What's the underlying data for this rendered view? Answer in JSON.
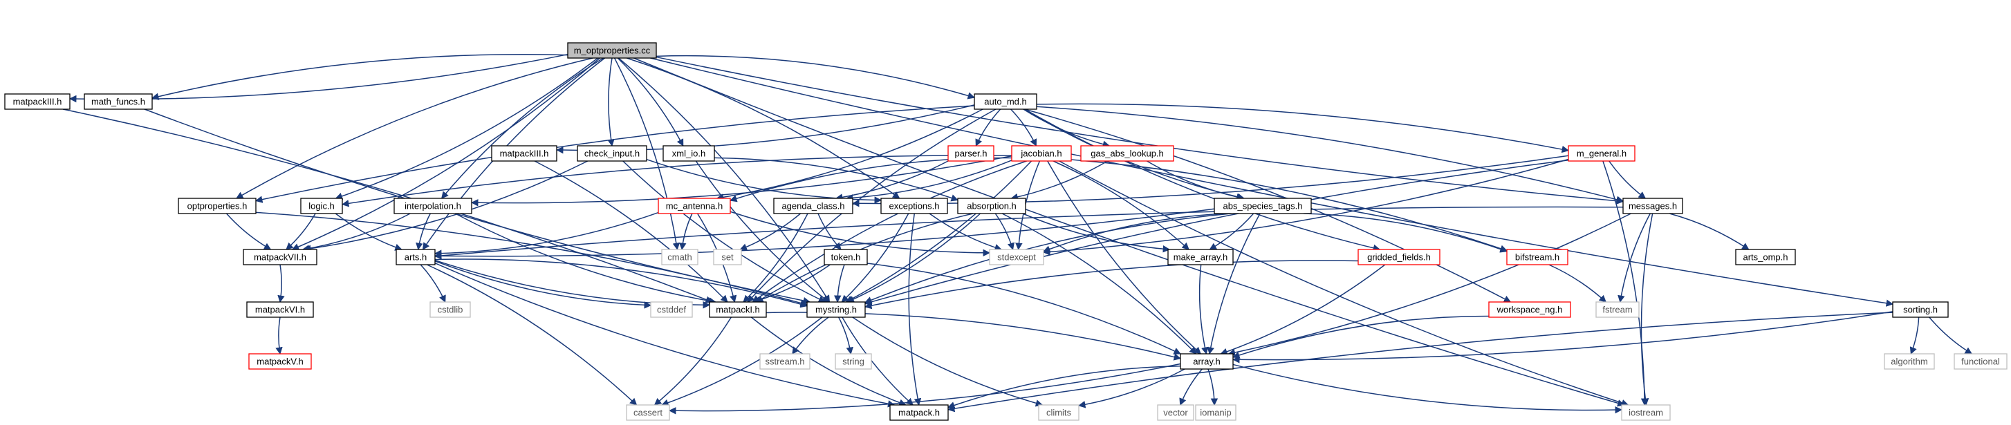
{
  "diagram": {
    "kind": "include-dependency-graph",
    "colors": {
      "edge": "#1a3a7a",
      "root_fill": "#bfbfbf",
      "normal_border": "#000000",
      "missing_doc_border": "#ff0000",
      "external_border": "#bfbfbf",
      "external_text": "#555555"
    },
    "nodes": [
      {
        "id": "root",
        "label": "m_optproperties.cc",
        "style": "root"
      },
      {
        "id": "matpackIII_l",
        "label": "matpackIII.h",
        "style": "normal"
      },
      {
        "id": "math_funcs",
        "label": "math_funcs.h",
        "style": "normal"
      },
      {
        "id": "auto_md",
        "label": "auto_md.h",
        "style": "normal"
      },
      {
        "id": "matpackIII_m",
        "label": "matpackIII.h",
        "style": "normal"
      },
      {
        "id": "check_input",
        "label": "check_input.h",
        "style": "normal"
      },
      {
        "id": "xml_io",
        "label": "xml_io.h",
        "style": "normal"
      },
      {
        "id": "parser",
        "label": "parser.h",
        "style": "red"
      },
      {
        "id": "jacobian",
        "label": "jacobian.h",
        "style": "red"
      },
      {
        "id": "gas_abs",
        "label": "gas_abs_lookup.h",
        "style": "red"
      },
      {
        "id": "m_general",
        "label": "m_general.h",
        "style": "red"
      },
      {
        "id": "optprop",
        "label": "optproperties.h",
        "style": "normal"
      },
      {
        "id": "logic",
        "label": "logic.h",
        "style": "normal"
      },
      {
        "id": "interp",
        "label": "interpolation.h",
        "style": "normal"
      },
      {
        "id": "mc_antenna",
        "label": "mc_antenna.h",
        "style": "red"
      },
      {
        "id": "agenda_class",
        "label": "agenda_class.h",
        "style": "normal"
      },
      {
        "id": "exceptions",
        "label": "exceptions.h",
        "style": "normal"
      },
      {
        "id": "absorption",
        "label": "absorption.h",
        "style": "normal"
      },
      {
        "id": "abs_species",
        "label": "abs_species_tags.h",
        "style": "normal"
      },
      {
        "id": "messages",
        "label": "messages.h",
        "style": "normal"
      },
      {
        "id": "matpackVII",
        "label": "matpackVII.h",
        "style": "normal"
      },
      {
        "id": "arts",
        "label": "arts.h",
        "style": "normal"
      },
      {
        "id": "cmath",
        "label": "cmath",
        "style": "external"
      },
      {
        "id": "set",
        "label": "set",
        "style": "external"
      },
      {
        "id": "token",
        "label": "token.h",
        "style": "normal"
      },
      {
        "id": "stdexcept",
        "label": "stdexcept",
        "style": "external"
      },
      {
        "id": "make_array",
        "label": "make_array.h",
        "style": "normal"
      },
      {
        "id": "gridded",
        "label": "gridded_fields.h",
        "style": "red"
      },
      {
        "id": "bifstream",
        "label": "bifstream.h",
        "style": "red"
      },
      {
        "id": "arts_omp",
        "label": "arts_omp.h",
        "style": "normal"
      },
      {
        "id": "matpackVI",
        "label": "matpackVI.h",
        "style": "normal"
      },
      {
        "id": "cstdlib",
        "label": "cstdlib",
        "style": "external"
      },
      {
        "id": "cstddef",
        "label": "cstddef",
        "style": "external"
      },
      {
        "id": "matpackI",
        "label": "matpackI.h",
        "style": "normal"
      },
      {
        "id": "mystring",
        "label": "mystring.h",
        "style": "normal"
      },
      {
        "id": "fstream",
        "label": "fstream",
        "style": "external"
      },
      {
        "id": "workspace_ng",
        "label": "workspace_ng.h",
        "style": "red"
      },
      {
        "id": "sorting",
        "label": "sorting.h",
        "style": "normal"
      },
      {
        "id": "matpackV",
        "label": "matpackV.h",
        "style": "red"
      },
      {
        "id": "sstream",
        "label": "sstream.h",
        "style": "external"
      },
      {
        "id": "string",
        "label": "string",
        "style": "external"
      },
      {
        "id": "array",
        "label": "array.h",
        "style": "normal"
      },
      {
        "id": "algorithm",
        "label": "algorithm",
        "style": "external"
      },
      {
        "id": "functional",
        "label": "functional",
        "style": "external"
      },
      {
        "id": "cassert",
        "label": "cassert",
        "style": "external"
      },
      {
        "id": "matpack",
        "label": "matpack.h",
        "style": "normal"
      },
      {
        "id": "climits",
        "label": "climits",
        "style": "external"
      },
      {
        "id": "vector",
        "label": "vector",
        "style": "external"
      },
      {
        "id": "iomanip",
        "label": "iomanip",
        "style": "external"
      },
      {
        "id": "iostream",
        "label": "iostream",
        "style": "external"
      }
    ],
    "edges": [
      [
        "root",
        "matpackIII_l"
      ],
      [
        "root",
        "math_funcs"
      ],
      [
        "root",
        "auto_md"
      ],
      [
        "root",
        "check_input"
      ],
      [
        "root",
        "xml_io"
      ],
      [
        "root",
        "optprop"
      ],
      [
        "root",
        "logic"
      ],
      [
        "root",
        "interp"
      ],
      [
        "root",
        "exceptions"
      ],
      [
        "root",
        "messages"
      ],
      [
        "root",
        "matpackVII"
      ],
      [
        "root",
        "arts"
      ],
      [
        "root",
        "cmath"
      ],
      [
        "root",
        "sorting"
      ],
      [
        "root",
        "mystring"
      ],
      [
        "root",
        "iostream"
      ],
      [
        "matpackIII_l",
        "matpackI"
      ],
      [
        "math_funcs",
        "mystring"
      ],
      [
        "auto_md",
        "matpackIII_m"
      ],
      [
        "auto_md",
        "parser"
      ],
      [
        "auto_md",
        "jacobian"
      ],
      [
        "auto_md",
        "gas_abs"
      ],
      [
        "auto_md",
        "m_general"
      ],
      [
        "auto_md",
        "optprop"
      ],
      [
        "auto_md",
        "mc_antenna"
      ],
      [
        "auto_md",
        "abs_species"
      ],
      [
        "auto_md",
        "messages"
      ],
      [
        "auto_md",
        "gridded"
      ],
      [
        "auto_md",
        "workspace_ng"
      ],
      [
        "auto_md",
        "matpackI"
      ],
      [
        "matpackIII_m",
        "matpackI"
      ],
      [
        "check_input",
        "exceptions"
      ],
      [
        "check_input",
        "matpackVII"
      ],
      [
        "check_input",
        "mystring"
      ],
      [
        "xml_io",
        "absorption"
      ],
      [
        "xml_io",
        "mystring"
      ],
      [
        "parser",
        "agenda_class"
      ],
      [
        "jacobian",
        "logic"
      ],
      [
        "jacobian",
        "interp"
      ],
      [
        "jacobian",
        "mc_antenna"
      ],
      [
        "jacobian",
        "agenda_class"
      ],
      [
        "jacobian",
        "stdexcept"
      ],
      [
        "jacobian",
        "make_array"
      ],
      [
        "jacobian",
        "array"
      ],
      [
        "jacobian",
        "bifstream"
      ],
      [
        "jacobian",
        "matpackI"
      ],
      [
        "jacobian",
        "mystring"
      ],
      [
        "jacobian",
        "iostream"
      ],
      [
        "gas_abs",
        "absorption"
      ],
      [
        "gas_abs",
        "abs_species"
      ],
      [
        "m_general",
        "agenda_class"
      ],
      [
        "m_general",
        "messages"
      ],
      [
        "m_general",
        "stdexcept"
      ],
      [
        "m_general",
        "mystring"
      ],
      [
        "m_general",
        "iostream"
      ],
      [
        "optprop",
        "matpackVII"
      ],
      [
        "optprop",
        "mystring"
      ],
      [
        "logic",
        "arts"
      ],
      [
        "logic",
        "matpackVII"
      ],
      [
        "interp",
        "arts"
      ],
      [
        "interp",
        "matpackVII"
      ],
      [
        "interp",
        "matpackI"
      ],
      [
        "mc_antenna",
        "arts"
      ],
      [
        "mc_antenna",
        "cmath"
      ],
      [
        "mc_antenna",
        "matpackI"
      ],
      [
        "mc_antenna",
        "stdexcept"
      ],
      [
        "agenda_class",
        "set"
      ],
      [
        "agenda_class",
        "token"
      ],
      [
        "agenda_class",
        "matpackI"
      ],
      [
        "exceptions",
        "stdexcept"
      ],
      [
        "exceptions",
        "mystring"
      ],
      [
        "exceptions",
        "matpack"
      ],
      [
        "absorption",
        "stdexcept"
      ],
      [
        "absorption",
        "make_array"
      ],
      [
        "absorption",
        "array"
      ],
      [
        "absorption",
        "matpackI"
      ],
      [
        "absorption",
        "mystring"
      ],
      [
        "abs_species",
        "stdexcept"
      ],
      [
        "abs_species",
        "make_array"
      ],
      [
        "abs_species",
        "array"
      ],
      [
        "abs_species",
        "bifstream"
      ],
      [
        "abs_species",
        "mystring"
      ],
      [
        "abs_species",
        "arts"
      ],
      [
        "messages",
        "arts"
      ],
      [
        "messages",
        "arts_omp"
      ],
      [
        "messages",
        "fstream"
      ],
      [
        "messages",
        "array"
      ],
      [
        "messages",
        "iostream"
      ],
      [
        "matpackVII",
        "matpackVI"
      ],
      [
        "matpackVI",
        "matpackV"
      ],
      [
        "arts",
        "cstdlib"
      ],
      [
        "arts",
        "cstddef"
      ],
      [
        "arts",
        "cassert"
      ],
      [
        "arts",
        "matpackI"
      ],
      [
        "arts",
        "mystring"
      ],
      [
        "arts",
        "matpack"
      ],
      [
        "token",
        "matpackI"
      ],
      [
        "token",
        "mystring"
      ],
      [
        "token",
        "array"
      ],
      [
        "make_array",
        "array"
      ],
      [
        "gridded",
        "array"
      ],
      [
        "gridded",
        "mystring"
      ],
      [
        "bifstream",
        "fstream"
      ],
      [
        "workspace_ng",
        "array"
      ],
      [
        "sorting",
        "algorithm"
      ],
      [
        "sorting",
        "functional"
      ],
      [
        "sorting",
        "array"
      ],
      [
        "sorting",
        "matpack"
      ],
      [
        "matpackI",
        "cassert"
      ],
      [
        "matpackI",
        "matpack"
      ],
      [
        "matpackI",
        "array"
      ],
      [
        "mystring",
        "sstream"
      ],
      [
        "mystring",
        "string"
      ],
      [
        "mystring",
        "climits"
      ],
      [
        "mystring",
        "cassert"
      ],
      [
        "mystring",
        "matpack"
      ],
      [
        "array",
        "cassert"
      ],
      [
        "array",
        "matpack"
      ],
      [
        "array",
        "climits"
      ],
      [
        "array",
        "vector"
      ],
      [
        "array",
        "iomanip"
      ],
      [
        "array",
        "iostream"
      ]
    ]
  }
}
